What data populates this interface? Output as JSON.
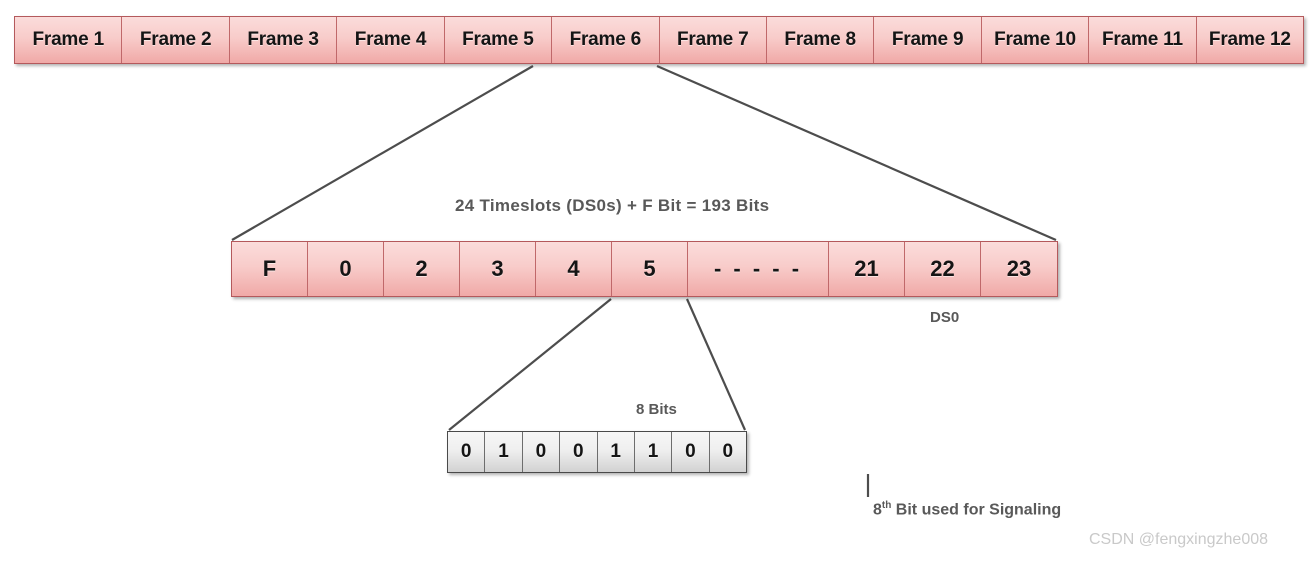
{
  "diagram": {
    "title": "T1 Frame / DS0 Timeslot / Bit breakdown",
    "colors": {
      "frame_fill_top": "#fbdcdb",
      "frame_fill_bottom": "#f0a9a7",
      "frame_border": "#b4595c",
      "bit_fill_top": "#f7f7f7",
      "bit_fill_bottom": "#d2d2d2",
      "bit_border": "#4a4a4a",
      "line_color": "#4d4d4d",
      "label_color": "#595959",
      "watermark_color": "#c9c9c9"
    },
    "frames_row": {
      "name": "frames",
      "cells": [
        "Frame 1",
        "Frame 2",
        "Frame 3",
        "Frame 4",
        "Frame 5",
        "Frame 6",
        "Frame 7",
        "Frame 8",
        "Frame 9",
        "Frame 10",
        "Frame 11",
        "Frame 12"
      ],
      "expanded_cell": "Frame 6"
    },
    "frame_caption": "24 Timeslots (DS0s) + F Bit = 193 Bits",
    "timeslot_row": {
      "name": "timeslots",
      "cells": [
        {
          "text": "F",
          "width": "narrow"
        },
        {
          "text": "0",
          "width": "narrow"
        },
        {
          "text": "2",
          "width": "narrow"
        },
        {
          "text": "3",
          "width": "narrow"
        },
        {
          "text": "4",
          "width": "narrow"
        },
        {
          "text": "5",
          "width": "narrow"
        },
        {
          "text": "- - - - -",
          "width": "wide"
        },
        {
          "text": "21",
          "width": "narrow"
        },
        {
          "text": "22",
          "width": "narrow"
        },
        {
          "text": "23",
          "width": "narrow"
        }
      ],
      "expanded_cell": "5",
      "ds0_label": "DS0"
    },
    "bits_caption": "8 Bits",
    "bits_row": {
      "name": "bits",
      "cells": [
        "0",
        "1",
        "0",
        "0",
        "1",
        "1",
        "0",
        "0"
      ]
    },
    "signaling_note": {
      "ordinal": "8",
      "superscript": "th",
      "text": " Bit used for Signaling"
    },
    "watermark": "CSDN @fengxingzhe008"
  }
}
